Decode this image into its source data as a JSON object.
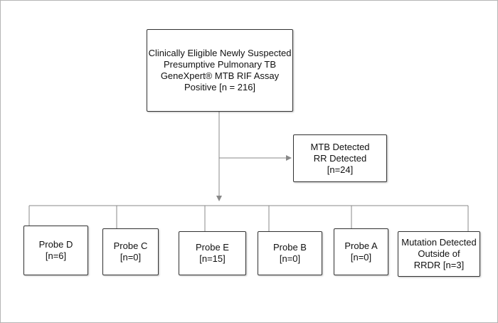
{
  "top_box": {
    "lines": [
      "Clinically Eligible Newly Suspected",
      "Presumptive Pulmonary TB",
      "GeneXpert® MTB RIF Assay",
      "Positive [n = 216]"
    ]
  },
  "side_box": {
    "lines": [
      "MTB Detected",
      "RR Detected",
      "[n=24]"
    ]
  },
  "probes": [
    {
      "lines": [
        "Probe D",
        "[n=6]"
      ]
    },
    {
      "lines": [
        "Probe C",
        "[n=0]"
      ]
    },
    {
      "lines": [
        "Probe E",
        "[n=15]"
      ]
    },
    {
      "lines": [
        "Probe B",
        "[n=0]"
      ]
    },
    {
      "lines": [
        "Probe A",
        "[n=0]"
      ]
    },
    {
      "lines": [
        "Mutation Detected",
        "Outside of",
        "RRDR [n=3]"
      ]
    }
  ],
  "colors": {
    "line": "#888888",
    "box_border": "#333333",
    "frame": "#b5b5b5"
  }
}
